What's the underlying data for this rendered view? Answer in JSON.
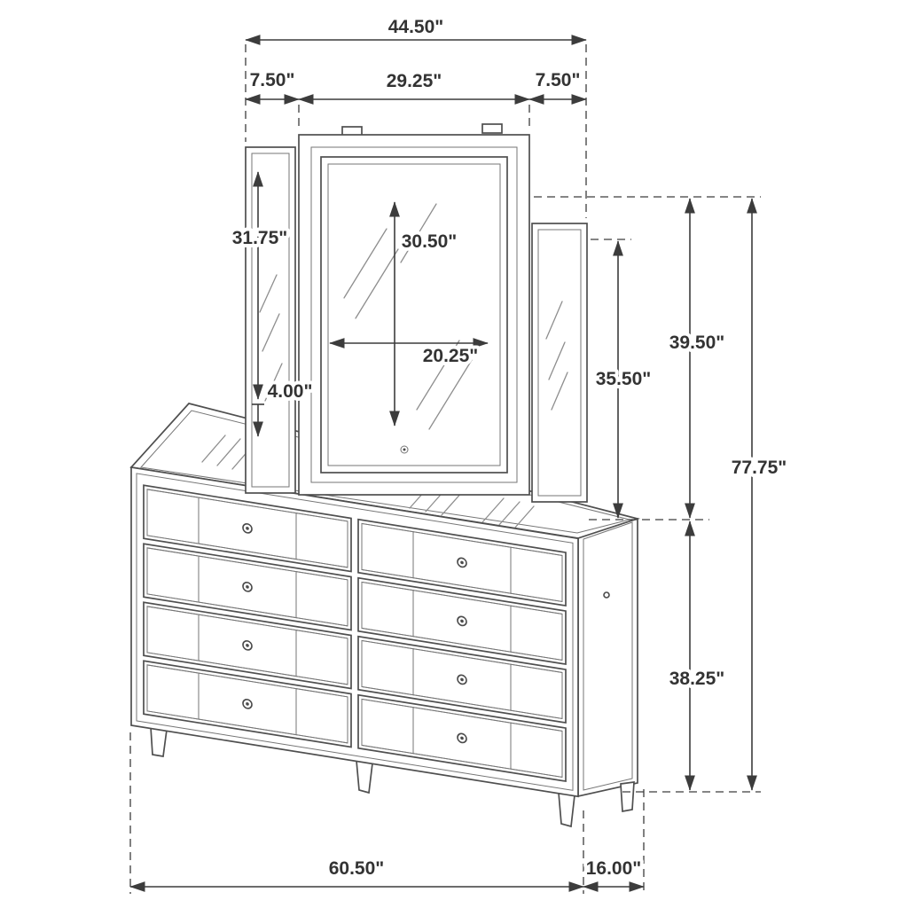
{
  "page": {
    "background": "#ffffff"
  },
  "colors": {
    "drawing_line": "#4f4f4f",
    "dimension_line": "#3c3c3c",
    "label_text": "#333333"
  },
  "dimensions": {
    "mirror_overall_width": "44.50\"",
    "mirror_left_panel_width": "7.50\"",
    "mirror_center_width": "29.25\"",
    "mirror_right_panel_width": "7.50\"",
    "mirror_left_panel_height": "31.75\"",
    "mirror_center_height": "30.50\"",
    "mirror_glass_width": "20.25\"",
    "mirror_bottom_offset": "4.00\"",
    "mirror_right_panel_height": "35.50\"",
    "mirror_assembly_height": "39.50\"",
    "overall_height": "77.75\"",
    "dresser_height": "38.25\"",
    "dresser_width": "60.50\"",
    "dresser_depth": "16.00\""
  }
}
